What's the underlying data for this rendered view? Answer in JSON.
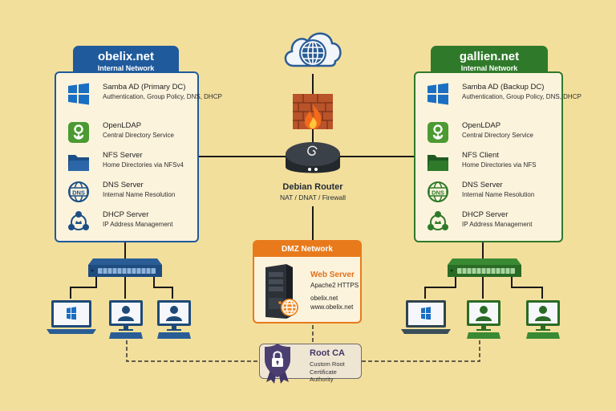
{
  "internet": {
    "icon": "cloud-globe-icon"
  },
  "firewall": {
    "icon": "firewall-icon"
  },
  "router": {
    "title": "Debian Router",
    "subtitle": "NAT / DNAT / Firewall",
    "icon": "debian-router-icon"
  },
  "left_network": {
    "name": "obelix.net",
    "subtitle": "Internal Network",
    "color": "#1f5a9c",
    "services": [
      {
        "icon": "windows-icon",
        "title": "Samba AD (Primary DC)",
        "desc": "Authentication, Group Policy, DNS, DHCP"
      },
      {
        "icon": "openldap-icon",
        "title": "OpenLDAP",
        "desc": "Central Directory Service"
      },
      {
        "icon": "folder-icon",
        "title": "NFS Server",
        "desc": "Home Directories via NFSv4"
      },
      {
        "icon": "dns-globe-icon",
        "title": "DNS Server",
        "desc": "Internal Name Resolution"
      },
      {
        "icon": "dhcp-network-icon",
        "title": "DHCP Server",
        "desc": "IP Address Management"
      }
    ]
  },
  "right_network": {
    "name": "gallien.net",
    "subtitle": "Internal Network",
    "color": "#2f7a2a",
    "services": [
      {
        "icon": "windows-icon",
        "title": "Samba AD (Backup DC)",
        "desc": "Authentication, Group Policy, DNS, DHCP"
      },
      {
        "icon": "openldap-icon",
        "title": "OpenLDAP",
        "desc": "Central Directory Service"
      },
      {
        "icon": "folder-icon",
        "title": "NFS Client",
        "desc": "Home Directories via NFS"
      },
      {
        "icon": "dns-globe-icon",
        "title": "DNS Server",
        "desc": "Internal Name Resolution"
      },
      {
        "icon": "dhcp-network-icon",
        "title": "DHCP Server",
        "desc": "IP Address Management"
      }
    ]
  },
  "dmz": {
    "header": "DMZ Network",
    "server_title": "Web Server",
    "server_sub": "Apache2 HTTPS",
    "domains": [
      "obelix.net",
      "www.obelix.net"
    ],
    "accent": "#e87a1c"
  },
  "root_ca": {
    "title": "Root CA",
    "line1": "Custom Root",
    "line2": "Certificate Authority",
    "color": "#4b3f72"
  },
  "clients": {
    "left": [
      "windows-laptop",
      "user-desktop",
      "user-desktop"
    ],
    "right": [
      "windows-laptop",
      "user-desktop",
      "user-desktop"
    ]
  }
}
